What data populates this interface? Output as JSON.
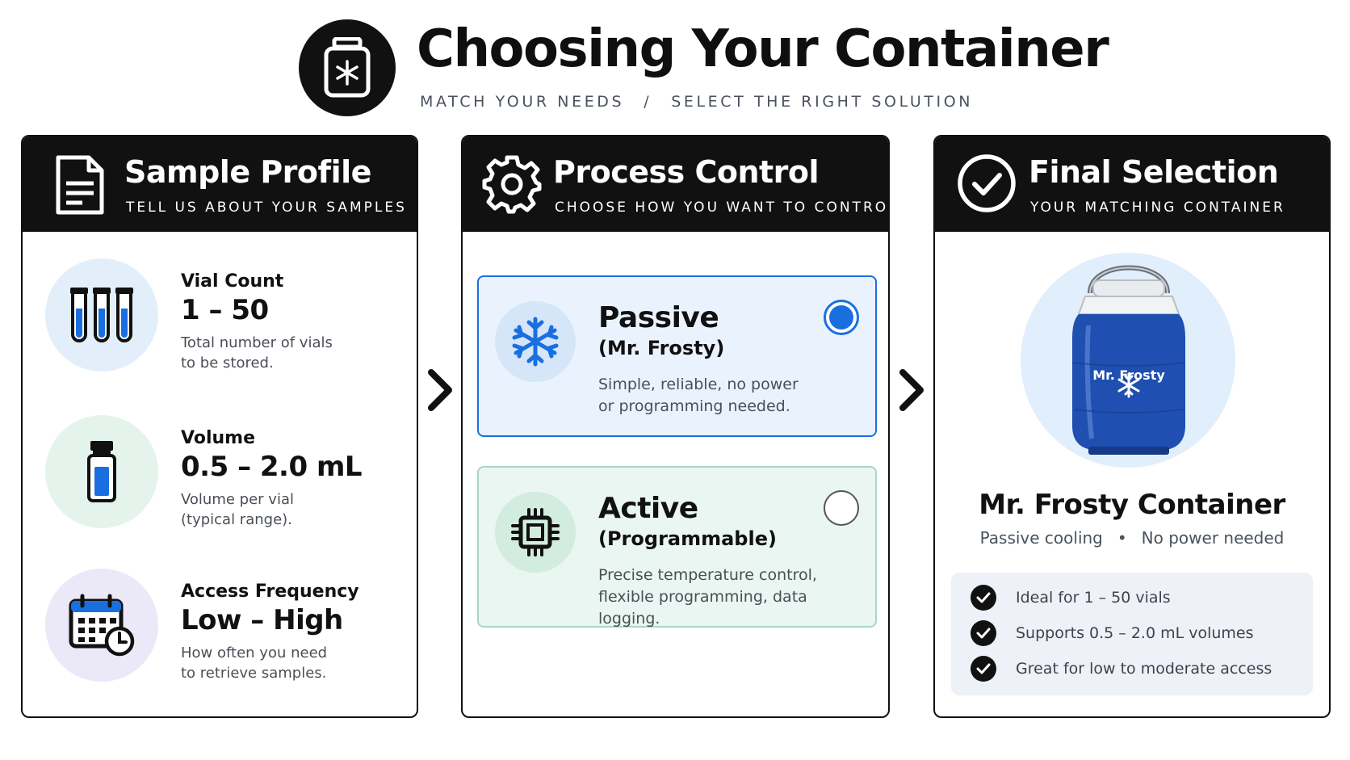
{
  "header": {
    "title": "Choosing Your Container",
    "subtitle_left": "MATCH YOUR NEEDS",
    "subtitle_sep": "/",
    "subtitle_right": "SELECT THE RIGHT SOLUTION",
    "logo_icon": "snowflake-jar-icon"
  },
  "panels": {
    "sample_profile": {
      "title": "Sample Profile",
      "subtitle": "TELL US ABOUT YOUR SAMPLES",
      "icon": "document-icon",
      "rows": [
        {
          "label": "Vial Count",
          "value": "1 – 50",
          "desc1": "Total number of vials",
          "desc2": "to be stored.",
          "icon": "test-tubes-icon",
          "bg": "#e2effb"
        },
        {
          "label": "Volume",
          "value": "0.5 – 2.0 mL",
          "desc1": "Volume per vial",
          "desc2": "(typical range).",
          "icon": "vial-icon",
          "bg": "#e4f4ec"
        },
        {
          "label": "Access Frequency",
          "value": "Low – High",
          "desc1": "How often you need",
          "desc2": "to retrieve samples.",
          "icon": "calendar-clock-icon",
          "bg": "#ebe8f8"
        }
      ]
    },
    "process_control": {
      "title": "Process Control",
      "subtitle": "CHOOSE HOW YOU WANT TO CONTROL",
      "icon": "gear-icon",
      "options": [
        {
          "name": "Passive",
          "sub": "(Mr. Frosty)",
          "desc1": "Simple, reliable, no power",
          "desc2": "or programming needed.",
          "selected": true,
          "icon": "snowflake-icon"
        },
        {
          "name": "Active",
          "sub": "(Programmable)",
          "desc1": "Precise temperature control,",
          "desc2": "flexible programming, data logging.",
          "selected": false,
          "icon": "chip-icon"
        }
      ]
    },
    "final_selection": {
      "title": "Final Selection",
      "subtitle": "YOUR MATCHING CONTAINER",
      "icon": "check-circle-icon",
      "product_label": "Mr. Frosty",
      "product_name": "Mr. Frosty Container",
      "tag1": "Passive cooling",
      "tag_sep": "•",
      "tag2": "No power needed",
      "features": [
        "Ideal for 1 – 50 vials",
        "Supports 0.5 – 2.0 mL volumes",
        "Great for low to moderate access"
      ]
    }
  },
  "colors": {
    "accent_blue": "#1a6fe0",
    "header_black": "#111111",
    "product_blue": "#1f4fb0"
  }
}
